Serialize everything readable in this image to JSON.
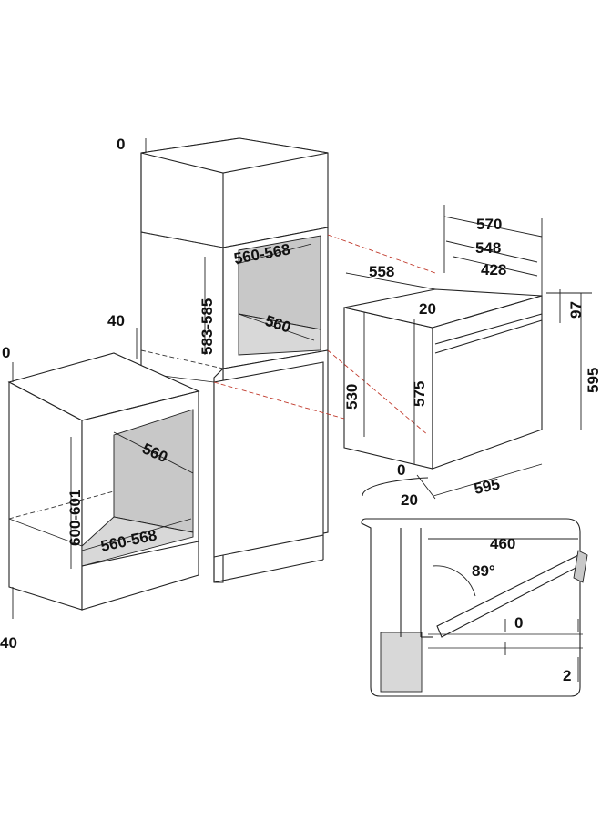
{
  "labels": {
    "col_top_gap": "0",
    "col_opening_width": "560-568",
    "col_opening_height": "583-585",
    "col_depth": "560",
    "col_plinth": "40",
    "unit_top_gap": "0",
    "unit_depth": "560",
    "unit_opening_height": "600-601",
    "unit_opening_width": "560-568",
    "unit_plinth": "40",
    "oven_depth_total": "570",
    "oven_depth_548": "548",
    "oven_depth_428": "428",
    "oven_side_depth": "558",
    "oven_top_offset": "20",
    "oven_panel_height": "97",
    "oven_total_height": "595",
    "oven_body_height": "530",
    "oven_front_height": "575",
    "oven_width": "595",
    "oven_bottom_gap": "0",
    "oven_front_offset": "20",
    "door_width": "460",
    "door_angle": "89°",
    "door_gap": "0",
    "door_clearance": "2"
  }
}
